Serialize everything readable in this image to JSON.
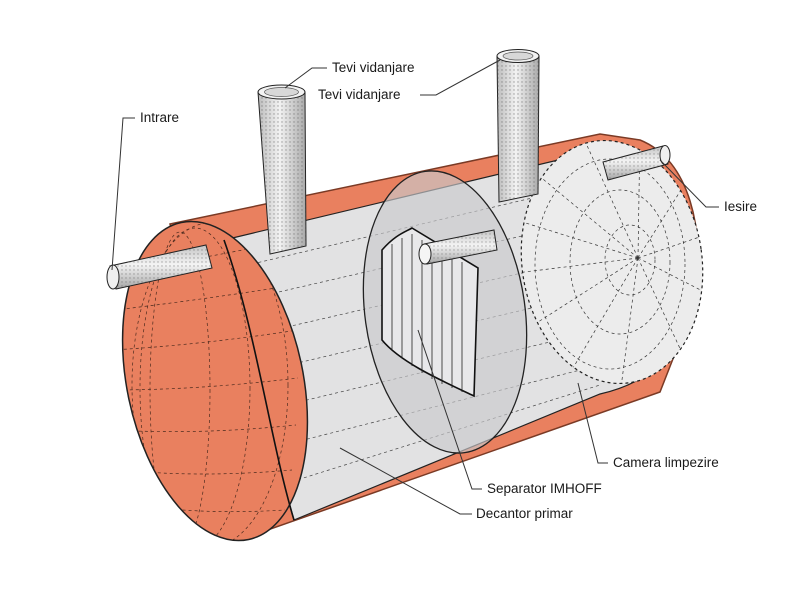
{
  "colors": {
    "shell_outside": "#e9805f",
    "shell_edge": "#7a3a25",
    "cutaway_interior": "#e2e2e3",
    "partition": "#d2d2d4",
    "pipe": "#d9d9d9",
    "line": "#222222"
  },
  "labels": {
    "intrare": "Intrare",
    "tevi_1": "Tevi vidanjare",
    "tevi_2": "Tevi vidanjare",
    "iesire": "Iesire",
    "camera": "Camera limpezire",
    "separator": "Separator IMHOFF",
    "decantor": "Decantor primar"
  }
}
